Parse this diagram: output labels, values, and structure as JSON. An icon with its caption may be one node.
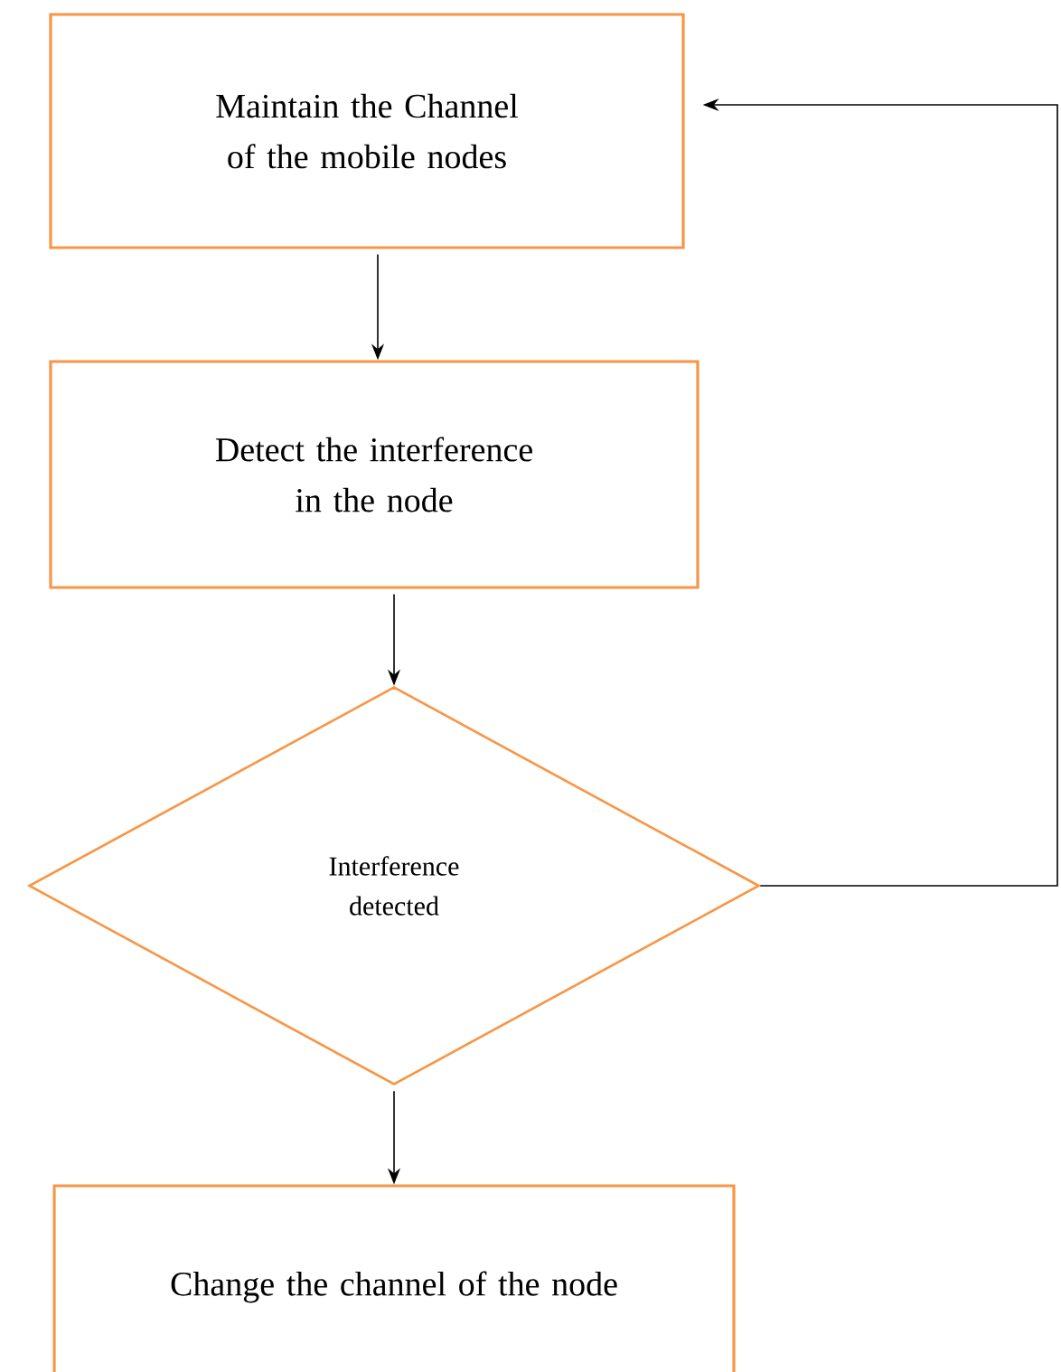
{
  "diagram": {
    "nodes": [
      {
        "text": [
          "Maintain the Channel of the mobile nodes"
        ]
      },
      {
        "text": [
          "Detect the interference in the node"
        ]
      },
      {
        "text": [
          "Interference detected"
        ]
      },
      {
        "text": [
          "Change the channel of the node"
        ]
      }
    ],
    "edges": [
      {
        "from": 0,
        "to": 1,
        "arrow": "to"
      },
      {
        "from": 1,
        "to": 2,
        "arrow": "to"
      },
      {
        "from": 2,
        "to": 3,
        "arrow": "to"
      },
      {
        "from": 2,
        "to": 0,
        "arrow": "to"
      }
    ]
  }
}
